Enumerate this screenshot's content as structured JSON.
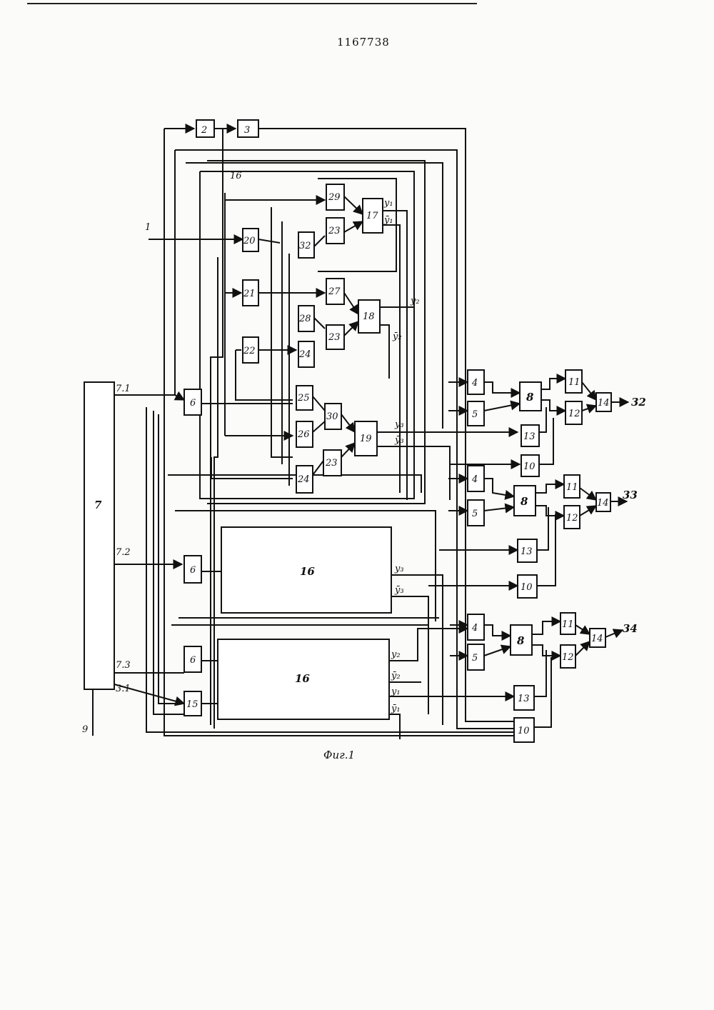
{
  "document": {
    "number": "1167738",
    "caption": "Фиг.1"
  },
  "labels": {
    "input_1": "1",
    "input_31": "3.1",
    "bus_9": "9",
    "register_7": "7",
    "tap_71": "7.1",
    "tap_72": "7.2",
    "tap_73": "7.3",
    "group_16_top": "16",
    "out_32": "32",
    "out_33": "33",
    "out_34": "34"
  },
  "blocks": [
    {
      "id": "b2",
      "label": "2"
    },
    {
      "id": "b3",
      "label": "3"
    },
    {
      "id": "b29",
      "label": "29"
    },
    {
      "id": "b23a",
      "label": "23"
    },
    {
      "id": "b17",
      "label": "17"
    },
    {
      "id": "b20",
      "label": "20"
    },
    {
      "id": "b32",
      "label": "32"
    },
    {
      "id": "b21",
      "label": "21"
    },
    {
      "id": "b27",
      "label": "27"
    },
    {
      "id": "b28",
      "label": "28"
    },
    {
      "id": "b23b",
      "label": "23"
    },
    {
      "id": "b18",
      "label": "18"
    },
    {
      "id": "b22",
      "label": "22"
    },
    {
      "id": "b24a",
      "label": "24"
    },
    {
      "id": "b25",
      "label": "25"
    },
    {
      "id": "b30",
      "label": "30"
    },
    {
      "id": "b26",
      "label": "26"
    },
    {
      "id": "b19",
      "label": "19"
    },
    {
      "id": "b23c",
      "label": "23"
    },
    {
      "id": "b24b",
      "label": "24"
    },
    {
      "id": "b6a",
      "label": "6"
    },
    {
      "id": "b6b",
      "label": "6"
    },
    {
      "id": "b6c",
      "label": "6"
    },
    {
      "id": "b15",
      "label": "15"
    },
    {
      "id": "b16a",
      "label": "16"
    },
    {
      "id": "b16b",
      "label": "16"
    },
    {
      "id": "b4a",
      "label": "4"
    },
    {
      "id": "b5a",
      "label": "5"
    },
    {
      "id": "b8a",
      "label": "8"
    },
    {
      "id": "b11a",
      "label": "11"
    },
    {
      "id": "b12a",
      "label": "12"
    },
    {
      "id": "b14a",
      "label": "14"
    },
    {
      "id": "b13a",
      "label": "13"
    },
    {
      "id": "b10a",
      "label": "10"
    },
    {
      "id": "b4b",
      "label": "4"
    },
    {
      "id": "b5b",
      "label": "5"
    },
    {
      "id": "b8b",
      "label": "8"
    },
    {
      "id": "b11b",
      "label": "11"
    },
    {
      "id": "b12b",
      "label": "12"
    },
    {
      "id": "b14b",
      "label": "14"
    },
    {
      "id": "b13b",
      "label": "13"
    },
    {
      "id": "b10b",
      "label": "10"
    },
    {
      "id": "b4c",
      "label": "4"
    },
    {
      "id": "b5c",
      "label": "5"
    },
    {
      "id": "b8c",
      "label": "8"
    },
    {
      "id": "b11c",
      "label": "11"
    },
    {
      "id": "b12c",
      "label": "12"
    },
    {
      "id": "b14c",
      "label": "14"
    },
    {
      "id": "b13c",
      "label": "13"
    },
    {
      "id": "b10c",
      "label": "10"
    }
  ],
  "signals": [
    {
      "id": "s_y1",
      "label": "y₁"
    },
    {
      "id": "s_y1n",
      "label": "ȳ₁"
    },
    {
      "id": "s_y2",
      "label": "y₂"
    },
    {
      "id": "s_y2n",
      "label": "ȳ₂"
    },
    {
      "id": "s_y3",
      "label": "y₃"
    },
    {
      "id": "s_y3n",
      "label": "ȳ₃"
    },
    {
      "id": "s_m1_y3",
      "label": "y₃"
    },
    {
      "id": "s_m1_y3n",
      "label": "ȳ₃"
    },
    {
      "id": "s_m2_y2",
      "label": "y₂"
    },
    {
      "id": "s_m2_y2n",
      "label": "ȳ₂"
    },
    {
      "id": "s_m2_y1",
      "label": "y₁"
    },
    {
      "id": "s_m2_y1n",
      "label": "ȳ₁"
    }
  ]
}
